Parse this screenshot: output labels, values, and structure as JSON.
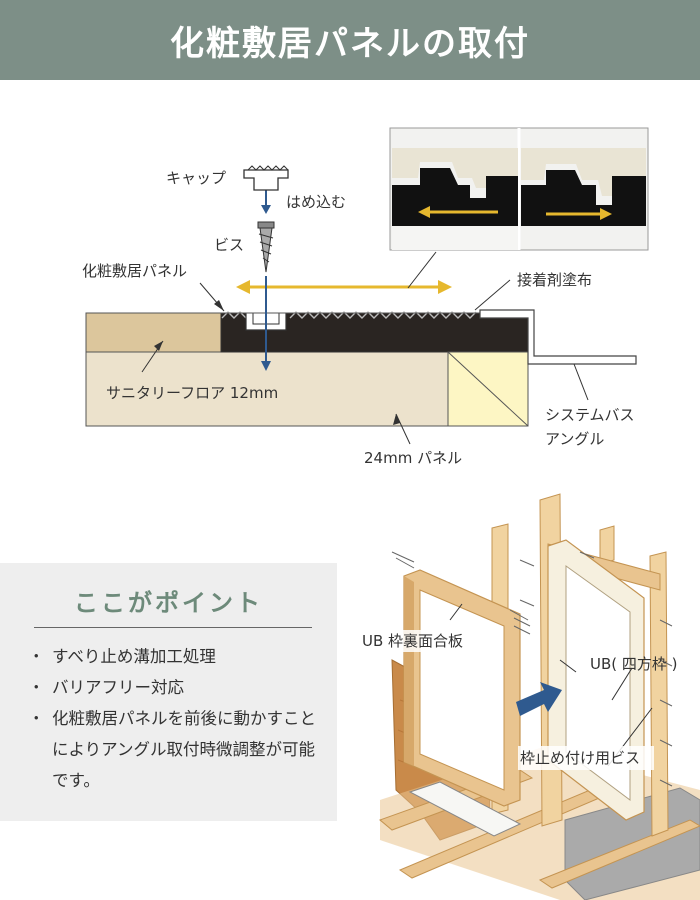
{
  "header": {
    "title": "化粧敷居パネルの取付"
  },
  "section_diagram": {
    "labels": {
      "cap": "キャップ",
      "insert": "はめ込む",
      "screw": "ビス",
      "panel": "化粧敷居パネル",
      "adhesive": "接着剤塗布",
      "sanitary_floor": "サニタリーフロア 12mm",
      "system_bath_angle_1": "システムバス",
      "system_bath_angle_2": "アングル",
      "panel_24mm": "24mm パネル"
    }
  },
  "section_frame": {
    "labels": {
      "ub_back": "UB 枠裏面合板",
      "ub_frame": "UB( 四方枠 )",
      "frame_screw": "枠止め付け用ビス"
    }
  },
  "points": {
    "title": "ここがポイント",
    "items": [
      "すべり止め溝加工処理",
      "バリアフリー対応",
      "化粧敷居パネルを前後に動かすことによりアングル取付時微調整が可能です。"
    ]
  },
  "colors": {
    "header_bg": "#7d8f87",
    "accent_green": "#6d8a7a",
    "arrow_yellow": "#e6b82e",
    "arrow_blue": "#2f5a8f",
    "wood": "#e9c48f",
    "panel_dark": "#2a2522"
  }
}
